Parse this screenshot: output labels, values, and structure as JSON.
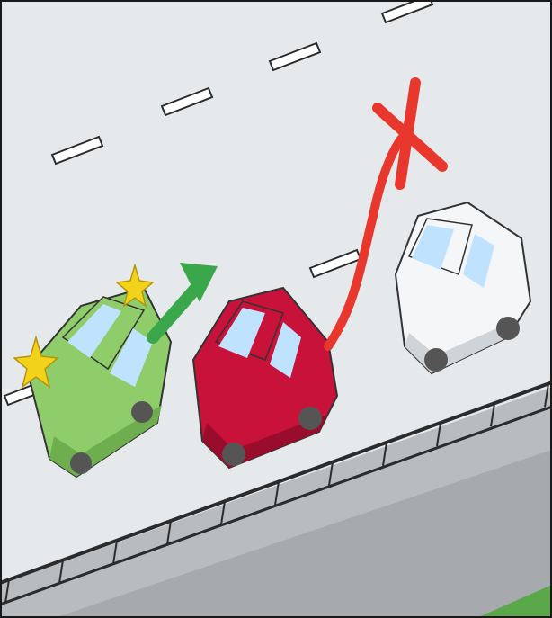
{
  "scene": {
    "road_color": "#e6e9ec",
    "lane_marking_color": "#ffffff",
    "lane_marking_outline": "#2b2b2b",
    "shoulder_color": "#b9bcbf",
    "barrier_color": "#9a9ea2",
    "grass_color": "#5aa84a",
    "frame_color": "#1a1a1a"
  },
  "vehicles": [
    {
      "id": "green-car",
      "body_color": "#8fcd6a",
      "shade_color": "#6fae4f",
      "role": "overtaking"
    },
    {
      "id": "red-car",
      "body_color": "#c8123a",
      "shade_color": "#9a0c2b",
      "role": "middle"
    },
    {
      "id": "white-car",
      "body_color": "#f4f6f8",
      "shade_color": "#cfd4d9",
      "role": "leading"
    }
  ],
  "markers": {
    "allowed_arrow_color": "#3aa84a",
    "forbidden_path_color": "#e8372c",
    "forbidden_cross_color": "#e8372c",
    "impact_star_color": "#f2d21b"
  },
  "icons": [
    "green-arrow-icon",
    "red-cross-icon",
    "star-icon"
  ]
}
